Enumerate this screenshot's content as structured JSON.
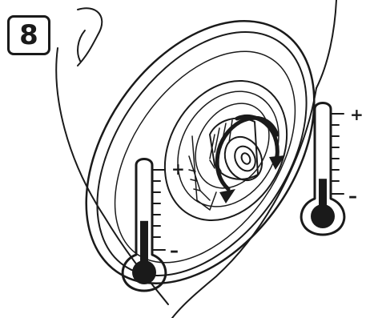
{
  "step": {
    "number": "8"
  },
  "thermometer_left": {
    "plus_label": "+",
    "minus_label": "–",
    "level": 0.45
  },
  "thermometer_right": {
    "plus_label": "+",
    "minus_label": "–",
    "level": 0.3
  },
  "colors": {
    "ink": "#1a1a1a",
    "background": "#ffffff"
  },
  "icons": [
    "step-number-badge",
    "rotation-arrows-icon",
    "thermostat-knob",
    "thermometer-icon"
  ]
}
